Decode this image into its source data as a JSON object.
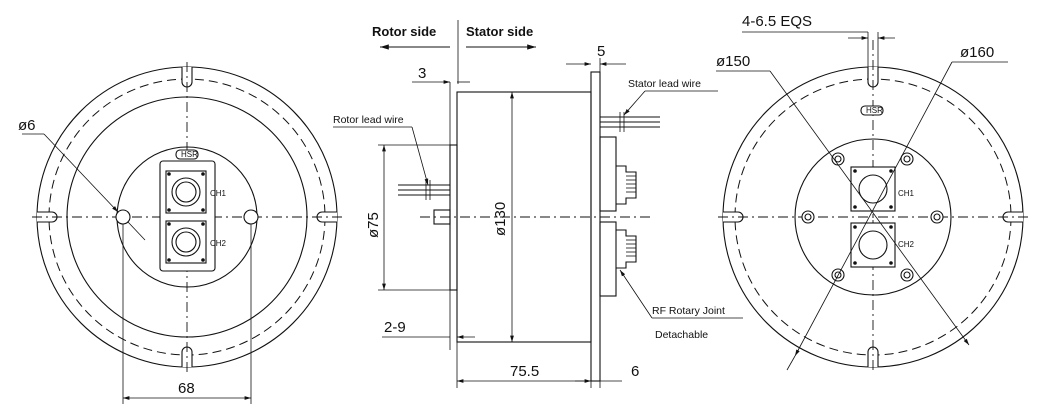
{
  "header": {
    "rotor_side": "Rotor side",
    "stator_side": "Stator side"
  },
  "left_view": {
    "hole_dim": "ø6",
    "width_dim": "68",
    "channel1": "CH1",
    "channel2": "CH2"
  },
  "side_view": {
    "rotor_lead_wire": "Rotor lead wire",
    "stator_lead_wire": "Stator lead wire",
    "dim_3": "3",
    "dim_5": "5",
    "dim_diameter_130": "ø130",
    "dim_diameter_75": "ø75",
    "dim_2_9": "2-9",
    "dim_75_5": "75.5",
    "dim_6": "6",
    "rf_rotary_joint": "RF Rotary Joint",
    "detachable": "Detachable"
  },
  "right_view": {
    "holes_dim": "4-6.5 EQS",
    "dim_diameter_150": "ø150",
    "dim_diameter_160": "ø160",
    "channel1": "CH1",
    "channel2": "CH2"
  }
}
